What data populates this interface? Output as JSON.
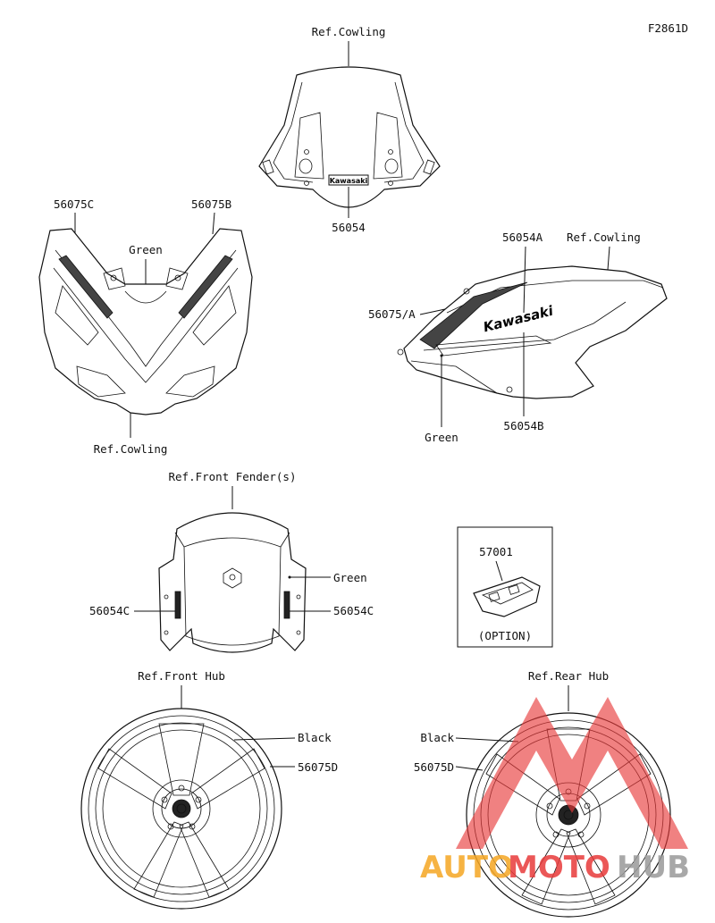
{
  "figure_code": "F2861D",
  "labels": {
    "ref_cowling_top": "Ref.Cowling",
    "p_56054_top": "56054",
    "p_56075C": "56075C",
    "p_56075B": "56075B",
    "green_front": "Green",
    "ref_cowling_front": "Ref.Cowling",
    "p_56054A": "56054A",
    "ref_cowling_side": "Ref.Cowling",
    "p_56075A": "56075/A",
    "green_side": "Green",
    "p_56054B": "56054B",
    "ref_front_fender": "Ref.Front Fender(s)",
    "green_fender": "Green",
    "p_56054C_left": "56054C",
    "p_56054C_right": "56054C",
    "p_57001": "57001",
    "option": "(OPTION)",
    "ref_front_hub": "Ref.Front Hub",
    "black_front": "Black",
    "p_56075D_front": "56075D",
    "ref_rear_hub": "Ref.Rear Hub",
    "black_rear": "Black",
    "p_56075D_rear": "56075D"
  },
  "decals": {
    "windshield_logo": "Kawasaki",
    "side_logo": "Kawasaki"
  },
  "watermark": {
    "part1": "AUTO",
    "part2": "MOTO",
    "part3": "HUB"
  },
  "colors": {
    "line": "#111111",
    "watermark_red": "#e83a3a",
    "watermark_orange": "#f5a623",
    "watermark_gray": "#9a9a9a"
  }
}
